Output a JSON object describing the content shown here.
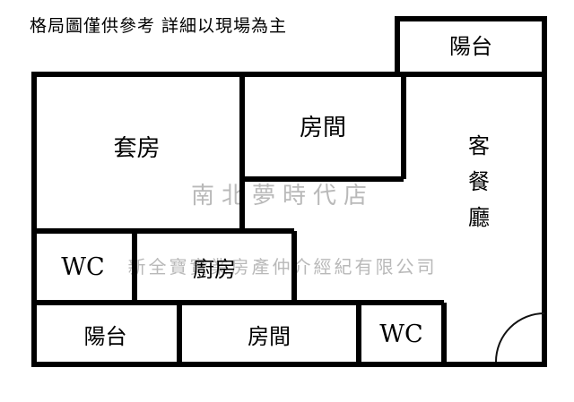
{
  "disclaimer": "格局圖僅供參考 詳細以現場為主",
  "watermarks": {
    "line1": "南北夢時代店",
    "line2": "新全寶實業房產仲介經紀有限公司"
  },
  "rooms": {
    "balcony_top": "陽台",
    "suite": "套房",
    "bedroom_top": "房間",
    "living_dining": "客餐廳",
    "wc_mid": "WC",
    "kitchen": "廚房",
    "balcony_bottom": "陽台",
    "bedroom_bottom": "房間",
    "wc_bottom": "WC"
  },
  "colors": {
    "wall": "#000000",
    "watermark": "#b9b9b9",
    "background": "#ffffff"
  }
}
